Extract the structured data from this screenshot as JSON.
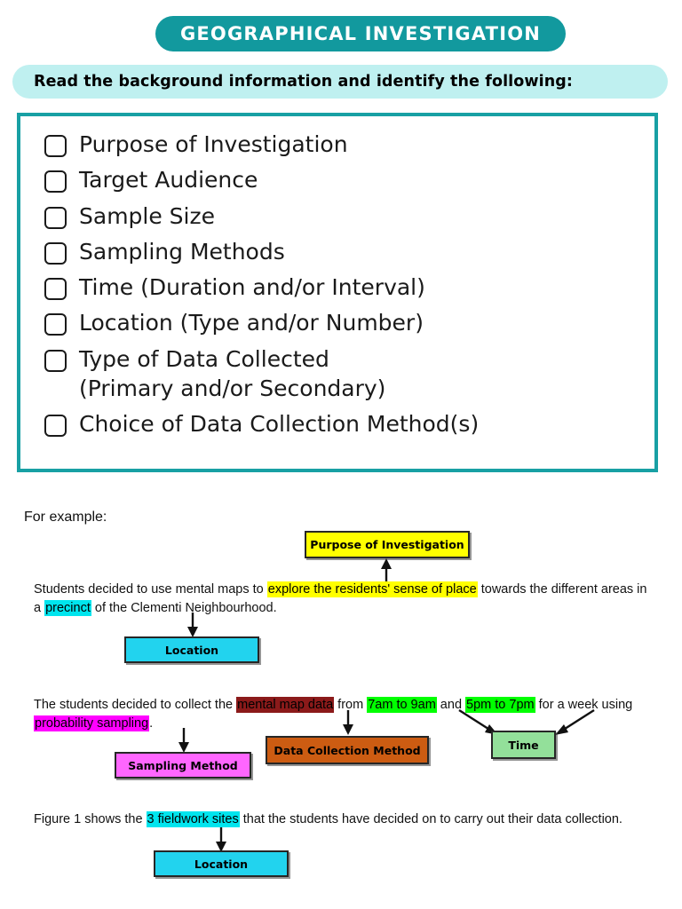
{
  "header": {
    "title": "GEOGRAPHICAL INVESTIGATION",
    "subtitle": "Read the background information and identify the following:",
    "title_bg": "#12999e",
    "subtitle_bg": "#bff0f0"
  },
  "checklist": {
    "border_color": "#18a0a4",
    "items": [
      {
        "label": "Purpose of Investigation"
      },
      {
        "label": "Target Audience"
      },
      {
        "label": "Sample Size"
      },
      {
        "label": "Sampling Methods"
      },
      {
        "label": "Time (Duration and/or Interval)"
      },
      {
        "label": "Location (Type and/or Number)"
      },
      {
        "label": "Type of Data Collected\n(Primary and/or Secondary)"
      },
      {
        "label": "Choice of Data Collection Method(s)"
      }
    ]
  },
  "example": {
    "label": "For example:",
    "paragraph1": {
      "part1": "Students decided to use mental maps to ",
      "hl_yellow": "explore the residents' sense of place",
      "part2": " towards the different areas in a ",
      "hl_cyan": "precinct",
      "part3": " of the Clementi Neighbourhood."
    },
    "paragraph2": {
      "part1": "The students decided to collect the ",
      "hl_darkred": "mental map data",
      "part2": " from ",
      "hl_green1": "7am to 9am",
      "part3": " and ",
      "hl_green2": "5pm to 7pm",
      "part4": " for a week using ",
      "hl_magenta": "probability sampling",
      "part5": "."
    },
    "paragraph3": {
      "part1": "Figure 1 shows the ",
      "hl_cyan": "3 fieldwork sites",
      "part2": " that the students have decided on to carry out their data collection."
    },
    "callouts": [
      {
        "name": "purpose-of-investigation",
        "label": "Purpose of Investigation",
        "color": "#ffff00"
      },
      {
        "name": "location-1",
        "label": "Location",
        "color": "#22d3ee"
      },
      {
        "name": "sampling-method",
        "label": "Sampling Method",
        "color": "#ff66ff"
      },
      {
        "name": "data-collection-method",
        "label": "Data Collection Method",
        "color": "#cc5c12"
      },
      {
        "name": "time",
        "label": "Time",
        "color": "#93e09a"
      },
      {
        "name": "location-2",
        "label": "Location",
        "color": "#22d3ee"
      }
    ]
  }
}
